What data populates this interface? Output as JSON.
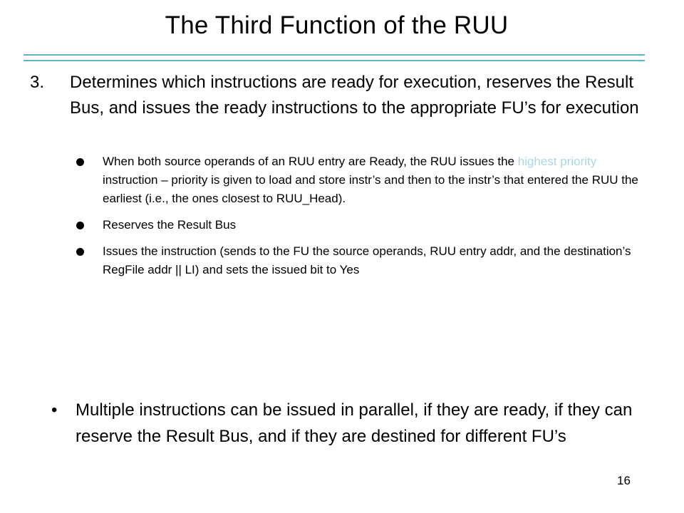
{
  "slide": {
    "title": "The Third Function of the RUU",
    "main_point": {
      "number": "3.",
      "text": "Determines which instructions are ready for execution, reserves the Result Bus, and issues the ready instructions to the appropriate FU’s for execution"
    },
    "sub_points": [
      {
        "before": "When both source operands of an RUU entry are Ready, the RUU issues the ",
        "highlight": "highest priority",
        "after": " instruction – priority is given to load and store instr’s and then to the instr’s that entered the RUU the earliest (i.e., the ones closest to RUU_Head)."
      },
      {
        "text": "Reserves the Result Bus"
      },
      {
        "text": "Issues the instruction (sends to the FU the source operands, RUU entry addr, and the destination’s RegFile addr || LI) and sets the issued bit to Yes"
      }
    ],
    "bottom_point": {
      "bullet": "•",
      "text": "Multiple instructions can be issued in parallel, if they are ready, if they can reserve the Result Bus, and if they are destined for different FU’s"
    },
    "page_number": "16",
    "colors": {
      "rule": "#5fb5c6",
      "highlight": "#a8d8e8",
      "text": "#000000"
    }
  }
}
